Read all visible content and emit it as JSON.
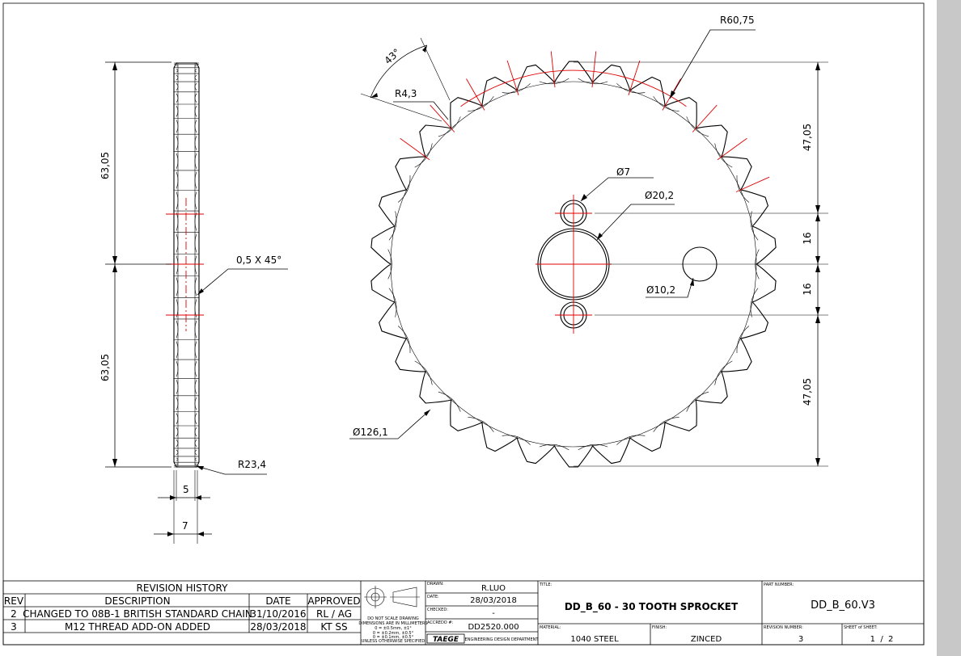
{
  "dimensions": {
    "side_upper_height": "63,05",
    "side_lower_height": "63,05",
    "chamfer": "0,5 X 45°",
    "radius_edge": "R23,4",
    "width_inner": "5",
    "width_outer": "7",
    "tooth_angle": "43°",
    "tooth_radius": "R4,3",
    "pitch_radius": "R60,75",
    "bolt_hole": "Ø7",
    "center_hole": "Ø20,2",
    "thread_hole": "Ø10,2",
    "outer_diameter": "Ø126,1",
    "right_upper": "47,05",
    "right_mid_upper": "16",
    "right_mid_lower": "16",
    "right_lower": "47,05"
  },
  "revision_history": {
    "title": "REVISION HISTORY",
    "headers": [
      "REV",
      "DESCRIPTION",
      "DATE",
      "APPROVED"
    ],
    "rows": [
      {
        "rev": "2",
        "description": "CHANGED TO 08B-1 BRITISH STANDARD CHAIN",
        "date": "31/10/2016",
        "approved": "RL / AG"
      },
      {
        "rev": "3",
        "description": "M12 THREAD ADD-ON ADDED",
        "date": "28/03/2018",
        "approved": "KT SS"
      }
    ]
  },
  "scale_note": {
    "line1": "DO NOT SCALE DRAWING",
    "line2": "DIMENSIONS ARE IN MILLIMETERS",
    "line3": "0 = ±0.5mm, ±1°",
    "line4": "0 = ±0.2mm, ±0.5°",
    "line5": "0 = ±0.1mm, ±0.5°",
    "line6": "UNLESS OTHERWISE SPECIFIED"
  },
  "title_block": {
    "drawn_label": "DRAWN:",
    "drawn_value": "R.LUO",
    "date_label": "DATE:",
    "date_value": "28/03/2018",
    "checked_label": "CHECKED:",
    "checked_value": "-",
    "accredo_label": "ACCREDO #:",
    "accredo_value": "DD2520.000",
    "company": "TAEGE",
    "department": "ENGINEERING DESIGN DEPARTMENT",
    "title_label": "TITLE:",
    "title_value": "DD_B_60 - 30 TOOTH SPROCKET",
    "part_label": "PART NUMBER:",
    "part_value": "DD_B_60.V3",
    "material_label": "MATERIAL:",
    "material_value": "1040 STEEL",
    "finish_label": "FINISH:",
    "finish_value": "ZINCED",
    "revnum_label": "REVISION NUMBER:",
    "revnum_value": "3",
    "sheet_label": "SHEET of SHEET:",
    "sheet_value": "1  /  2"
  },
  "colors": {
    "centerline": "#e00000",
    "scrollbar": "#c8c8c8"
  }
}
